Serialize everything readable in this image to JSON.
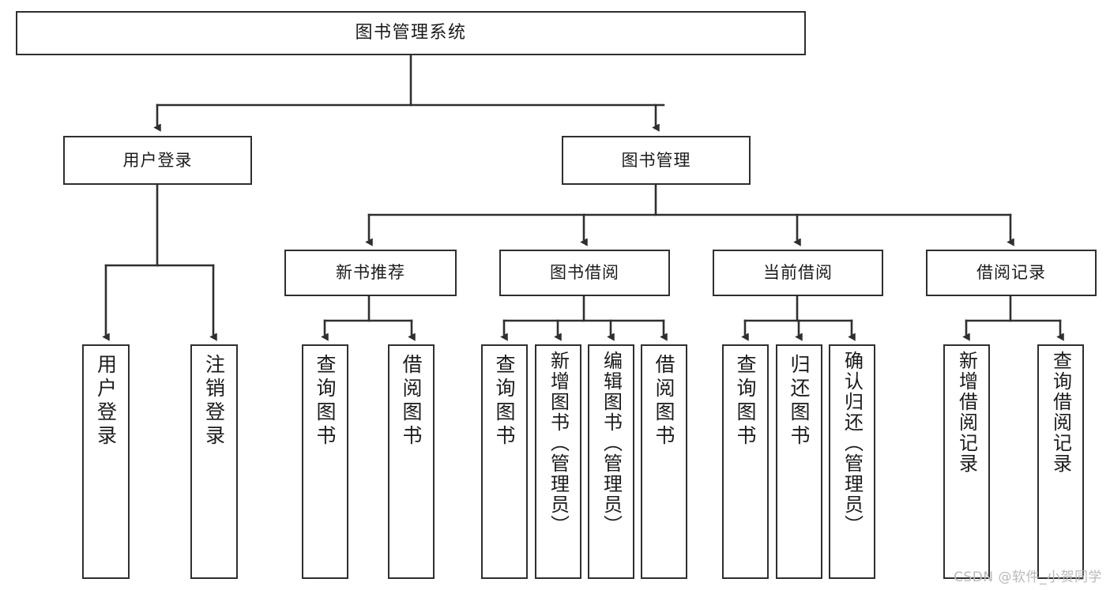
{
  "diagram": {
    "title": "图书管理系统",
    "watermark": "CSDN @软件_小贺同学",
    "colors": {
      "stroke": "#2f2f2f",
      "fill": "#ffffff",
      "text": "#1b1b1b",
      "watermark": "#b9b9b9"
    },
    "levels": {
      "root": {
        "label": "图书管理系统"
      },
      "level1": [
        {
          "id": "user-login",
          "label": "用户登录"
        },
        {
          "id": "book-manage",
          "label": "图书管理"
        }
      ],
      "level2": [
        {
          "id": "new-book-recommend",
          "label": "新书推荐",
          "parent": "book-manage"
        },
        {
          "id": "book-borrow",
          "label": "图书借阅",
          "parent": "book-manage"
        },
        {
          "id": "current-borrow",
          "label": "当前借阅",
          "parent": "book-manage"
        },
        {
          "id": "borrow-record",
          "label": "借阅记录",
          "parent": "book-manage"
        }
      ],
      "level3": [
        {
          "id": "leaf-user-login",
          "label": "用户登录",
          "parent": "user-login"
        },
        {
          "id": "leaf-logout",
          "label": "注销登录",
          "parent": "user-login"
        },
        {
          "id": "leaf-query-book-rec",
          "label": "查询图书",
          "parent": "new-book-recommend"
        },
        {
          "id": "leaf-borrow-book-rec",
          "label": "借阅图书",
          "parent": "new-book-recommend"
        },
        {
          "id": "leaf-query-book-borrow",
          "label": "查询图书",
          "parent": "book-borrow"
        },
        {
          "id": "leaf-add-book",
          "label": "新增图书（管理员）",
          "parent": "book-borrow"
        },
        {
          "id": "leaf-edit-book",
          "label": "编辑图书（管理员）",
          "parent": "book-borrow"
        },
        {
          "id": "leaf-borrow-book",
          "label": "借阅图书",
          "parent": "book-borrow"
        },
        {
          "id": "leaf-query-book-cur",
          "label": "查询图书",
          "parent": "current-borrow"
        },
        {
          "id": "leaf-return-book",
          "label": "归还图书",
          "parent": "current-borrow"
        },
        {
          "id": "leaf-confirm-return",
          "label": "确认归还（管理员）",
          "parent": "current-borrow"
        },
        {
          "id": "leaf-add-record",
          "label": "新增借阅记录",
          "parent": "borrow-record"
        },
        {
          "id": "leaf-query-record",
          "label": "查询借阅记录",
          "parent": "borrow-record"
        }
      ]
    }
  }
}
